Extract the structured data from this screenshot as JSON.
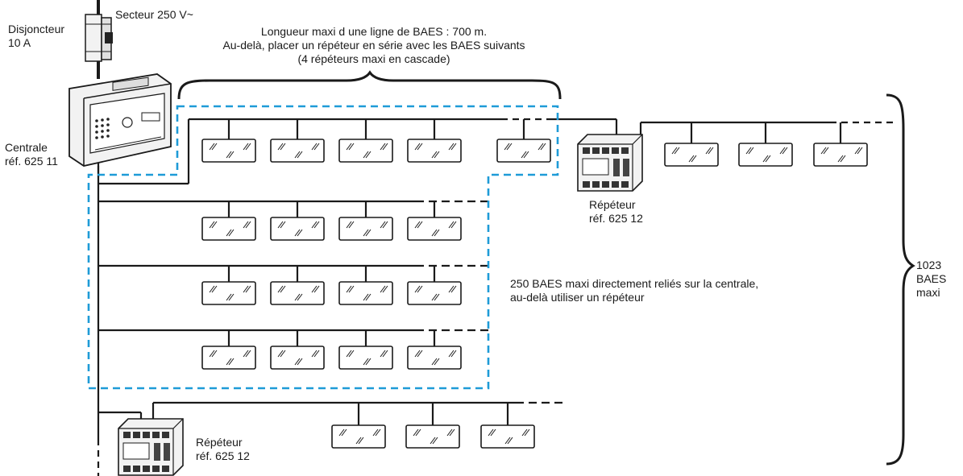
{
  "labels": {
    "supply": "Secteur 250 V",
    "supply_symbol": "~",
    "breaker_line1": "Disjoncteur",
    "breaker_line2": "10 A",
    "central_line1": "Centrale",
    "central_line2": "réf. 625 11",
    "top_note_line1": "Longueur maxi d une ligne de BAES : 700 m.",
    "top_note_line2": "Au-delà, placer un répéteur en série avec les BAES suivants",
    "top_note_line3": "(4 répéteurs maxi en cascade)",
    "repeater_top_line1": "Répéteur",
    "repeater_top_line2": "réf. 625 12",
    "repeater_bottom_line1": "Répéteur",
    "repeater_bottom_line2": "réf. 625 12",
    "mid_note_line1": "250 BAES maxi directement reliés sur la centrale,",
    "mid_note_line2": "au-delà utiliser un répéteur",
    "total_line1": "1023",
    "total_line2": "BAES",
    "total_line3": "maxi"
  },
  "colors": {
    "line": "#1a1a1a",
    "dashed_zone": "#1e9bd7",
    "device_fill": "#f2f2f2"
  },
  "icons": {
    "baes_unit": "emergency-lighting-block-icon",
    "breaker": "circuit-breaker-icon",
    "central": "control-panel-icon",
    "repeater": "repeater-module-icon"
  }
}
